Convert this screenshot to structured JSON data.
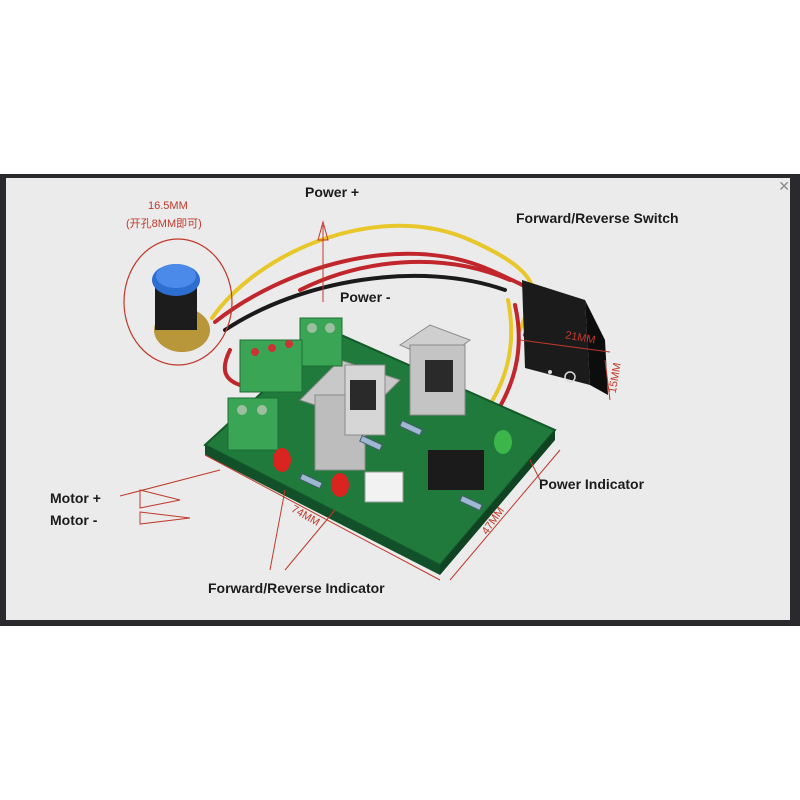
{
  "labels": {
    "power_plus": "Power +",
    "power_minus": "Power -",
    "switch": "Forward/Reverse Switch",
    "power_indicator": "Power Indicator",
    "motor_plus": "Motor +",
    "motor_minus": "Motor -",
    "fr_indicator": "Forward/Reverse Indicator"
  },
  "dimensions": {
    "knob_diameter": "16.5MM",
    "knob_hole": "(开孔8MM即可)",
    "board_length": "74MM",
    "board_width": "47MM",
    "switch_width": "21MM",
    "switch_height": "15MM"
  },
  "colors": {
    "pcb": "#1f7a3c",
    "terminal": "#3aa655",
    "annotation": "#c0392b",
    "frame": "#2a2a2e",
    "panel": "#ebebeb"
  }
}
